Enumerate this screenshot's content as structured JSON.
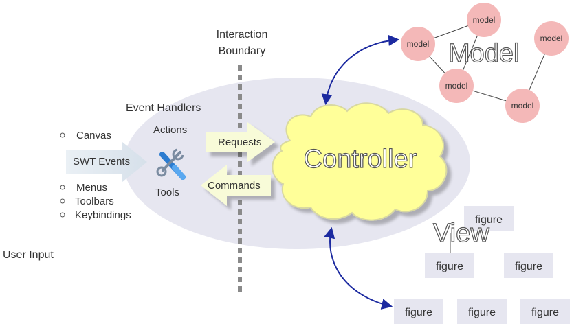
{
  "diagram": {
    "user_input": "User Input",
    "event_handlers": "Event Handlers",
    "actions": "Actions",
    "tools": "Tools",
    "swt_events": "SWT Events",
    "bullets_top": [
      "Canvas"
    ],
    "bullets_bottom": [
      "Menus",
      "Toolbars",
      "Keybindings"
    ],
    "interaction_boundary": [
      "Interaction",
      "Boundary"
    ],
    "requests": "Requests",
    "commands": "Commands",
    "controller": "Controller",
    "model_title": "Model",
    "view_title": "View",
    "model_node_label": "model",
    "figure_label": "figure",
    "colors": {
      "ellipse": "#e6e6f0",
      "cloud": "#ffff99",
      "cloud_stroke": "#d8d8a0",
      "arrow_fill": "#f8fbd8",
      "model_node": "#f4b8b8",
      "figure_box": "#e6e6f0",
      "link_arrow": "#1c2aa0"
    },
    "icons": [
      "wrench-screwdriver-icon"
    ]
  }
}
